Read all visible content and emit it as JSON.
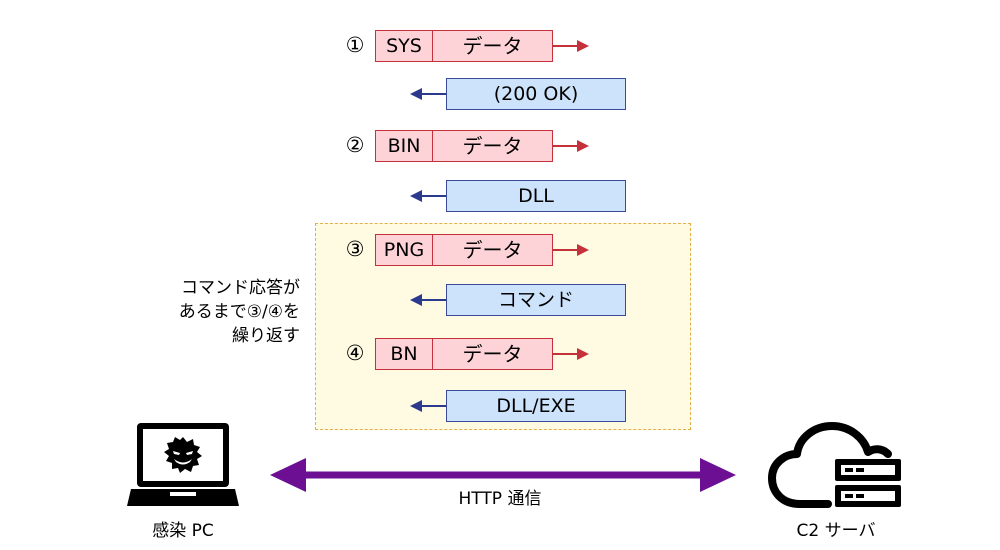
{
  "steps": [
    {
      "num": "①",
      "tag": "SYS",
      "body": "データ",
      "response": "(200 OK)"
    },
    {
      "num": "②",
      "tag": "BIN",
      "body": "データ",
      "response": "DLL"
    },
    {
      "num": "③",
      "tag": "PNG",
      "body": "データ",
      "response": "コマンド"
    },
    {
      "num": "④",
      "tag": "BN",
      "body": "データ",
      "response": "DLL/EXE"
    }
  ],
  "loop_note": [
    "コマンド応答が",
    "あるまで③/④を",
    "繰り返す"
  ],
  "client_label": "感染 PC",
  "server_label": "C2 サーバ",
  "link_label": "HTTP 通信",
  "colors": {
    "request_fill": "#fdd3d8",
    "request_border": "#c4313a",
    "request_arrow": "#c4313a",
    "response_fill": "#cde2fb",
    "response_border": "#3a4a9a",
    "response_arrow": "#2b3a8c",
    "loop_fill": "#fffbe3",
    "loop_border": "#e3b048",
    "link_arrow": "#6d0f92"
  }
}
